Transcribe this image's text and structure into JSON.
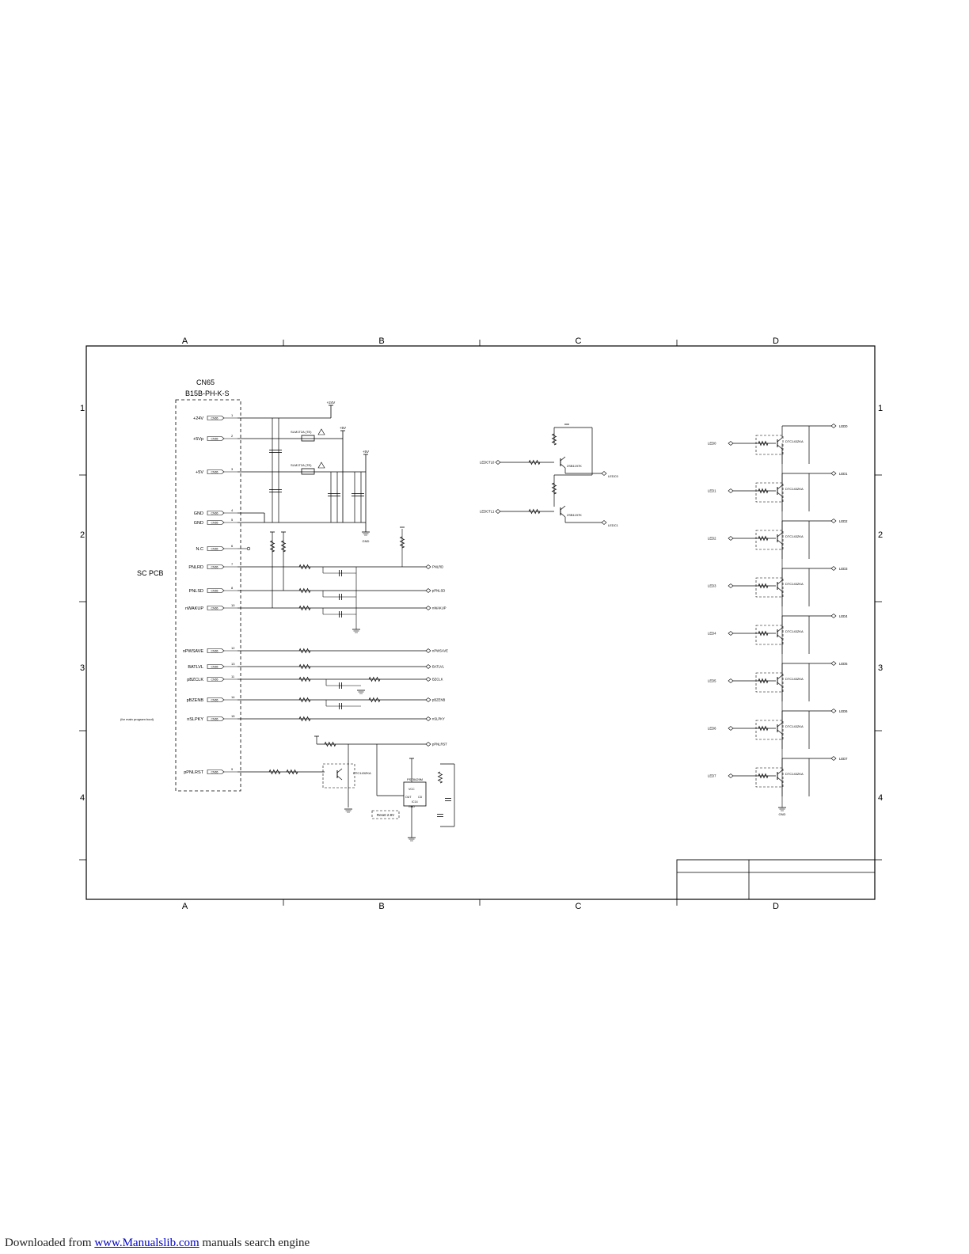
{
  "grid": {
    "columns": [
      "A",
      "B",
      "C",
      "D"
    ],
    "rows": [
      "1",
      "2",
      "3",
      "4"
    ]
  },
  "connector": {
    "ref": "CN65",
    "part": "B15B-PH-K-S",
    "board": "SC PCB",
    "pins": [
      {
        "name": "+24V",
        "num": "1"
      },
      {
        "name": "+5Vp",
        "num": "2"
      },
      {
        "name": "+5V",
        "num": "3"
      },
      {
        "name": "GND",
        "num": "4"
      },
      {
        "name": "GND",
        "num": "5"
      },
      {
        "name": "N.C",
        "num": "6"
      },
      {
        "name": "PNLRD",
        "num": "7"
      },
      {
        "name": "PNLSD",
        "num": "8"
      },
      {
        "name": "nWAKUP",
        "num": "10"
      },
      {
        "name": "nPWSAVE",
        "num": "12"
      },
      {
        "name": "BATLVL",
        "num": "13"
      },
      {
        "name": "pBZCLK",
        "num": "11"
      },
      {
        "name": "pBZENB",
        "num": "14"
      },
      {
        "name": "nSLPKY",
        "num": "15"
      },
      {
        "name": "pPNLRST",
        "num": "9"
      }
    ],
    "pin_tag": "CN65",
    "note": "(for main program boot)"
  },
  "power": {
    "p24": "+24V",
    "p5": "+5V",
    "p5v": "+5V",
    "fuse1": "SLM1T2A (TE)",
    "fuse2": "SLM1T2A (TE)",
    "gnd": "GND"
  },
  "lines": {
    "pnlrd": "PNLRD",
    "pnlsd": "pPNLSD",
    "wakup": "nWAKUP",
    "pwsave": "nPWSAVE",
    "batlvl": "BATLVL",
    "bzclk": "BZCLK",
    "bzenb": "pBZENB",
    "slpky": "nSLPKY",
    "pnlrst": "pPNLRST"
  },
  "parts": {
    "ic": "IC14",
    "ic_part": "PST8429M",
    "ic_vcc": "VCC",
    "ic_out": "OUT",
    "ic_gnd": "GND",
    "ic_cd": "CD",
    "reset_note": "Reset 2.9V",
    "tr_reset": "DTC143ZKA"
  },
  "led_ctrl": {
    "ledctl0": "LEDCTL0",
    "ledctl1": "LEDCTL1",
    "tr": "2SB1197K",
    "out0": "LEDC0",
    "out1": "LEDC1"
  },
  "leds": {
    "tr": "DTC143ZKA",
    "items": [
      "LED0",
      "LED1",
      "LED2",
      "LED3",
      "LED4",
      "LED5",
      "LED6",
      "LED7"
    ],
    "outputs": [
      "LED0",
      "LED1",
      "LED2",
      "LED3",
      "LED4",
      "LED5",
      "LED6",
      "LED7"
    ]
  },
  "footer": {
    "prefix": "Downloaded from",
    "link": "www.Manualslib.com",
    "suffix": "manuals search engine"
  }
}
